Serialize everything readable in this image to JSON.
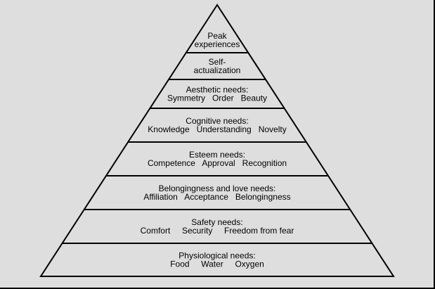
{
  "colors": {
    "background": "#dedede",
    "outline": "#000000",
    "text": "#000000"
  },
  "levels": [
    {
      "lines": [
        "Peak",
        "experiences"
      ]
    },
    {
      "lines": [
        "Self-",
        "actualization"
      ]
    },
    {
      "lines": [
        "Aesthetic needs:",
        "Symmetry   Order   Beauty"
      ]
    },
    {
      "lines": [
        "Cognitive needs:",
        "Knowledge   Understanding   Novelty"
      ]
    },
    {
      "lines": [
        "Esteem needs:",
        "Competence   Approval   Recognition"
      ]
    },
    {
      "lines": [
        "Belongingness and love needs:",
        "Affiliation   Acceptance   Belongingness"
      ]
    },
    {
      "lines": [
        "Safety needs:",
        "Comfort     Security     Freedom from fear"
      ]
    },
    {
      "lines": [
        "Physiological needs:",
        "Food     Water     Oxygen"
      ]
    }
  ]
}
